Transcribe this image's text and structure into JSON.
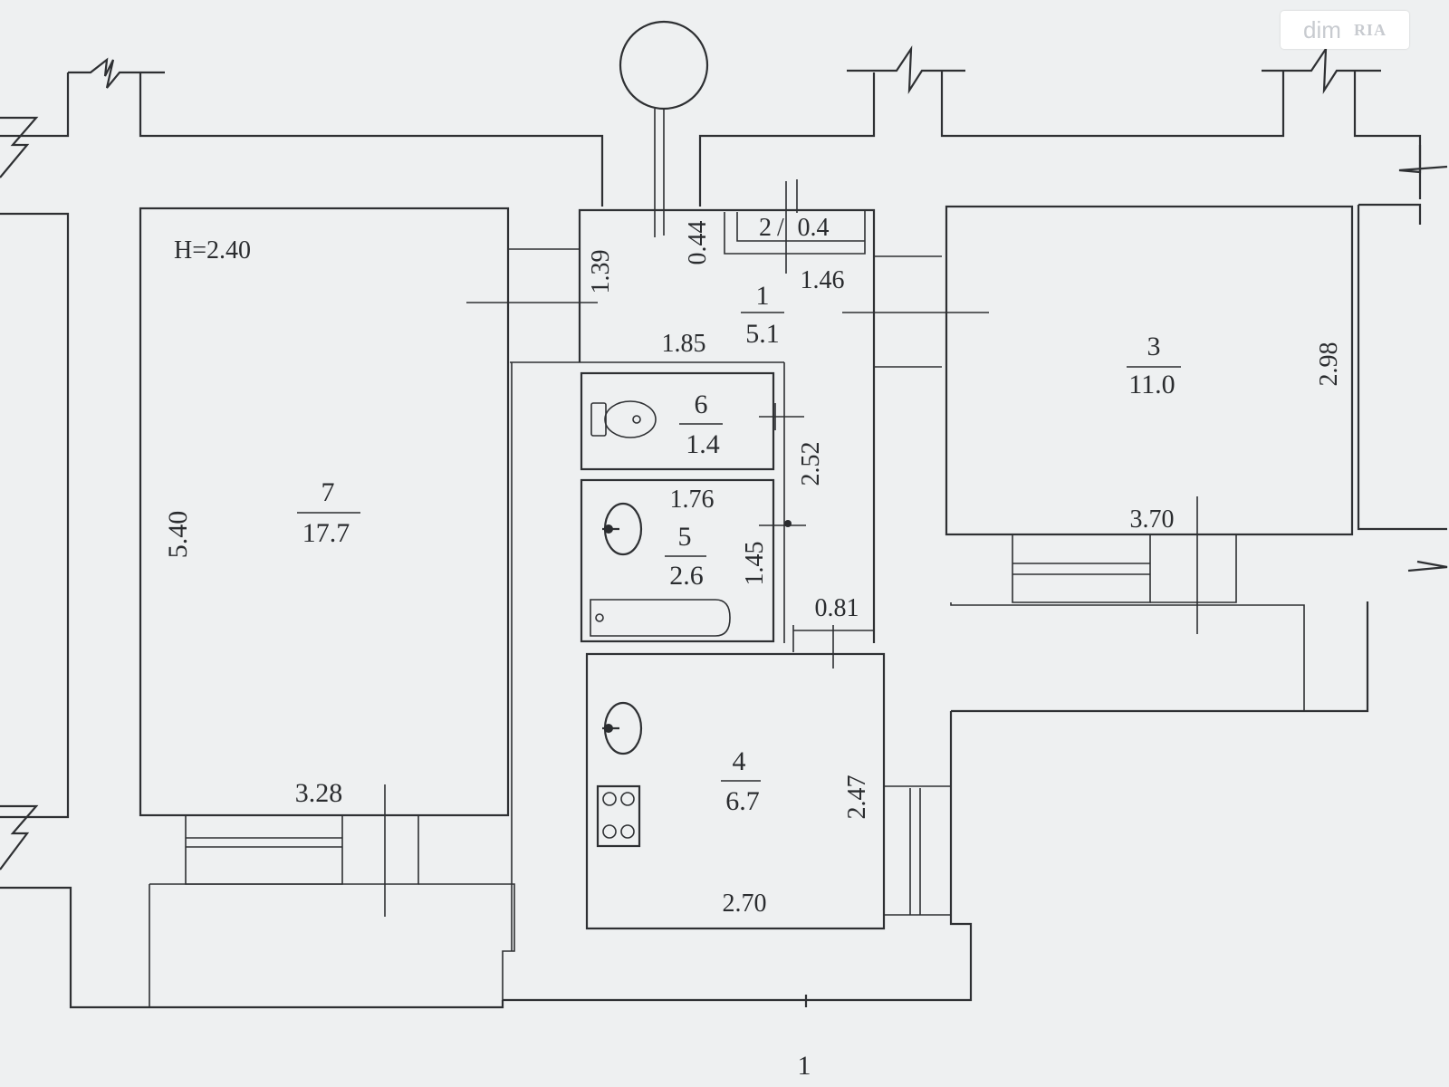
{
  "watermark": {
    "brand": "dim",
    "sub": "RIA"
  },
  "ceiling_height": "H=2.40",
  "rooms": [
    {
      "id": "7",
      "number": "7",
      "area": "17.7"
    },
    {
      "id": "1",
      "number": "1",
      "area": "5.1"
    },
    {
      "id": "2",
      "number": "2",
      "area": "0.4"
    },
    {
      "id": "3",
      "number": "3",
      "area": "11.0"
    },
    {
      "id": "6",
      "number": "6",
      "area": "1.4"
    },
    {
      "id": "5",
      "number": "5",
      "area": "2.6"
    },
    {
      "id": "4",
      "number": "4",
      "area": "6.7"
    }
  ],
  "dimensions": {
    "room7_height": "5.40",
    "room7_width": "3.28",
    "hall_1_39": "1.39",
    "hall_0_44": "0.44",
    "hall_1_46": "1.46",
    "hall_1_85": "1.85",
    "hall_2_52": "2.52",
    "bath_1_76": "1.76",
    "bath_1_45": "1.45",
    "hall_0_81": "0.81",
    "kitchen_2_47": "2.47",
    "kitchen_2_70": "2.70",
    "room3_2_98": "2.98",
    "room3_3_70": "3.70"
  },
  "section_mark": "1"
}
